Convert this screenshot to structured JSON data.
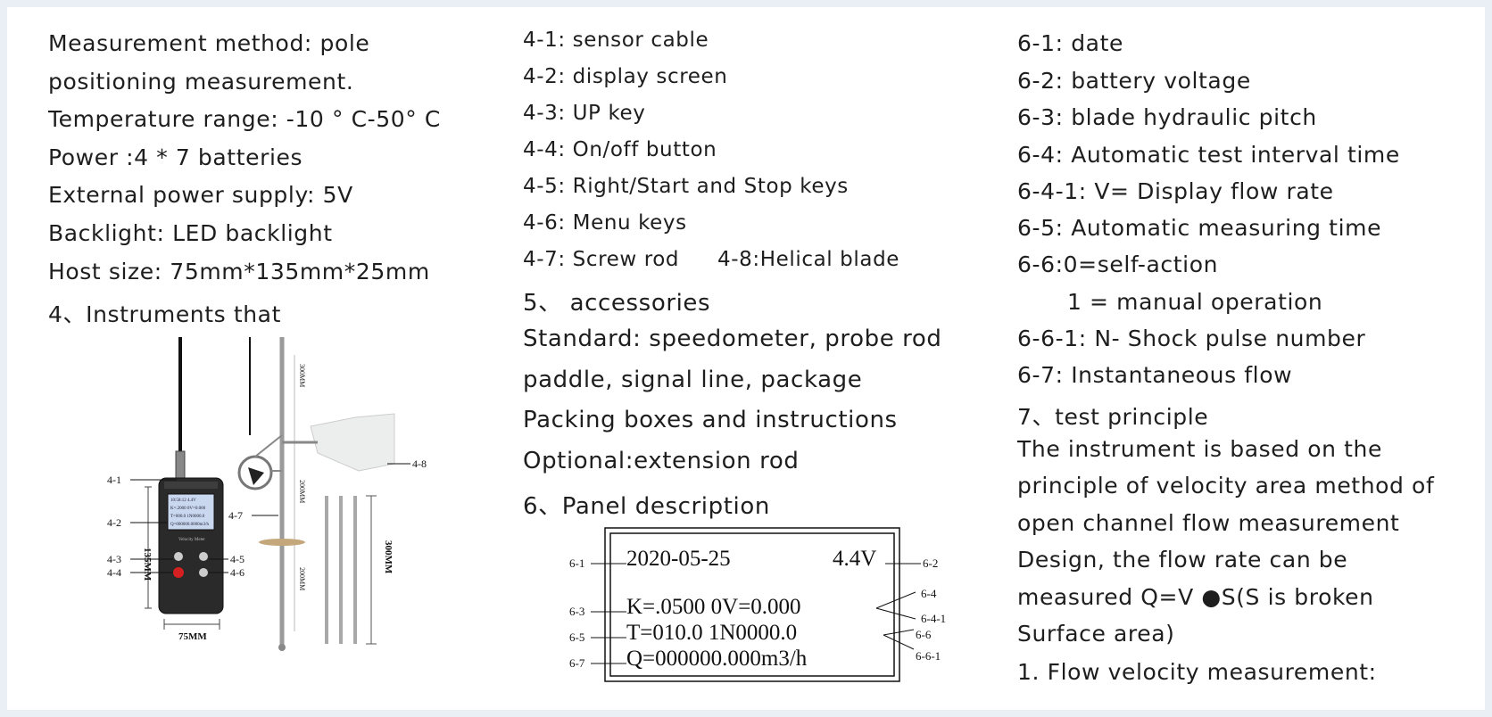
{
  "col1": {
    "lines": [
      "Measurement method: pole",
      "positioning measurement.",
      "Temperature range: -10 ° C-50° C",
      "Power :4 * 7 batteries",
      "External power supply: 5V",
      "Backlight: LED backlight",
      "Host size: 75mm*135mm*25mm",
      "4、Instruments that"
    ],
    "figure": {
      "labels": [
        "4-1",
        "4-2",
        "4-3",
        "4-4",
        "4-5",
        "4-6",
        "4-7",
        "4-8"
      ],
      "dims": [
        "135MM",
        "75MM",
        "300MM",
        "200MM",
        "200MM",
        "300MM"
      ],
      "screen": [
        "10:58:12  4.4V",
        "K=.2000  0V=0.000",
        "T=000.0  1N0000.0",
        "Q=000000.0000m3/h"
      ],
      "device_brand": "Velocity Meter"
    }
  },
  "col2": {
    "lines": [
      "4-1: sensor cable",
      "4-2: display screen",
      "4-3: UP key",
      "4-4: On/off button",
      "4-5: Right/Start and Stop keys",
      "4-6: Menu keys",
      "4-7: Screw rod",
      "4-8:Helical blade",
      "5、 accessories",
      "Standard: speedometer, probe rod",
      "paddle, signal line, package",
      "Packing boxes and instructions",
      "Optional:extension rod",
      "6、Panel description"
    ],
    "panel": {
      "rows": [
        "2020-05-25",
        "4.4V",
        "K=.0500  0V=0.000",
        "T=010.0  1N0000.0",
        "Q=000000.000m3/h"
      ],
      "callouts": [
        "6-1",
        "6-2",
        "6-3",
        "6-4",
        "6-4-1",
        "6-5",
        "6-6",
        "6-6-1",
        "6-7"
      ]
    }
  },
  "col3": {
    "lines": [
      "6-1: date",
      "6-2: battery voltage",
      "6-3: blade hydraulic pitch",
      "6-4: Automatic test interval time",
      "6-4-1: V= Display flow rate",
      "6-5: Automatic measuring time",
      "6-6:0=self-action",
      "1 = manual operation",
      "6-6-1:  N- Shock pulse number",
      "6-7: Instantaneous flow",
      "7、test principle",
      "The instrument is based on the",
      "principle of velocity area method of",
      "open channel flow measurement",
      "Design, the flow rate can be",
      "measured Q=V ●S(S is broken",
      "Surface area)",
      "1. Flow velocity measurement:"
    ]
  }
}
